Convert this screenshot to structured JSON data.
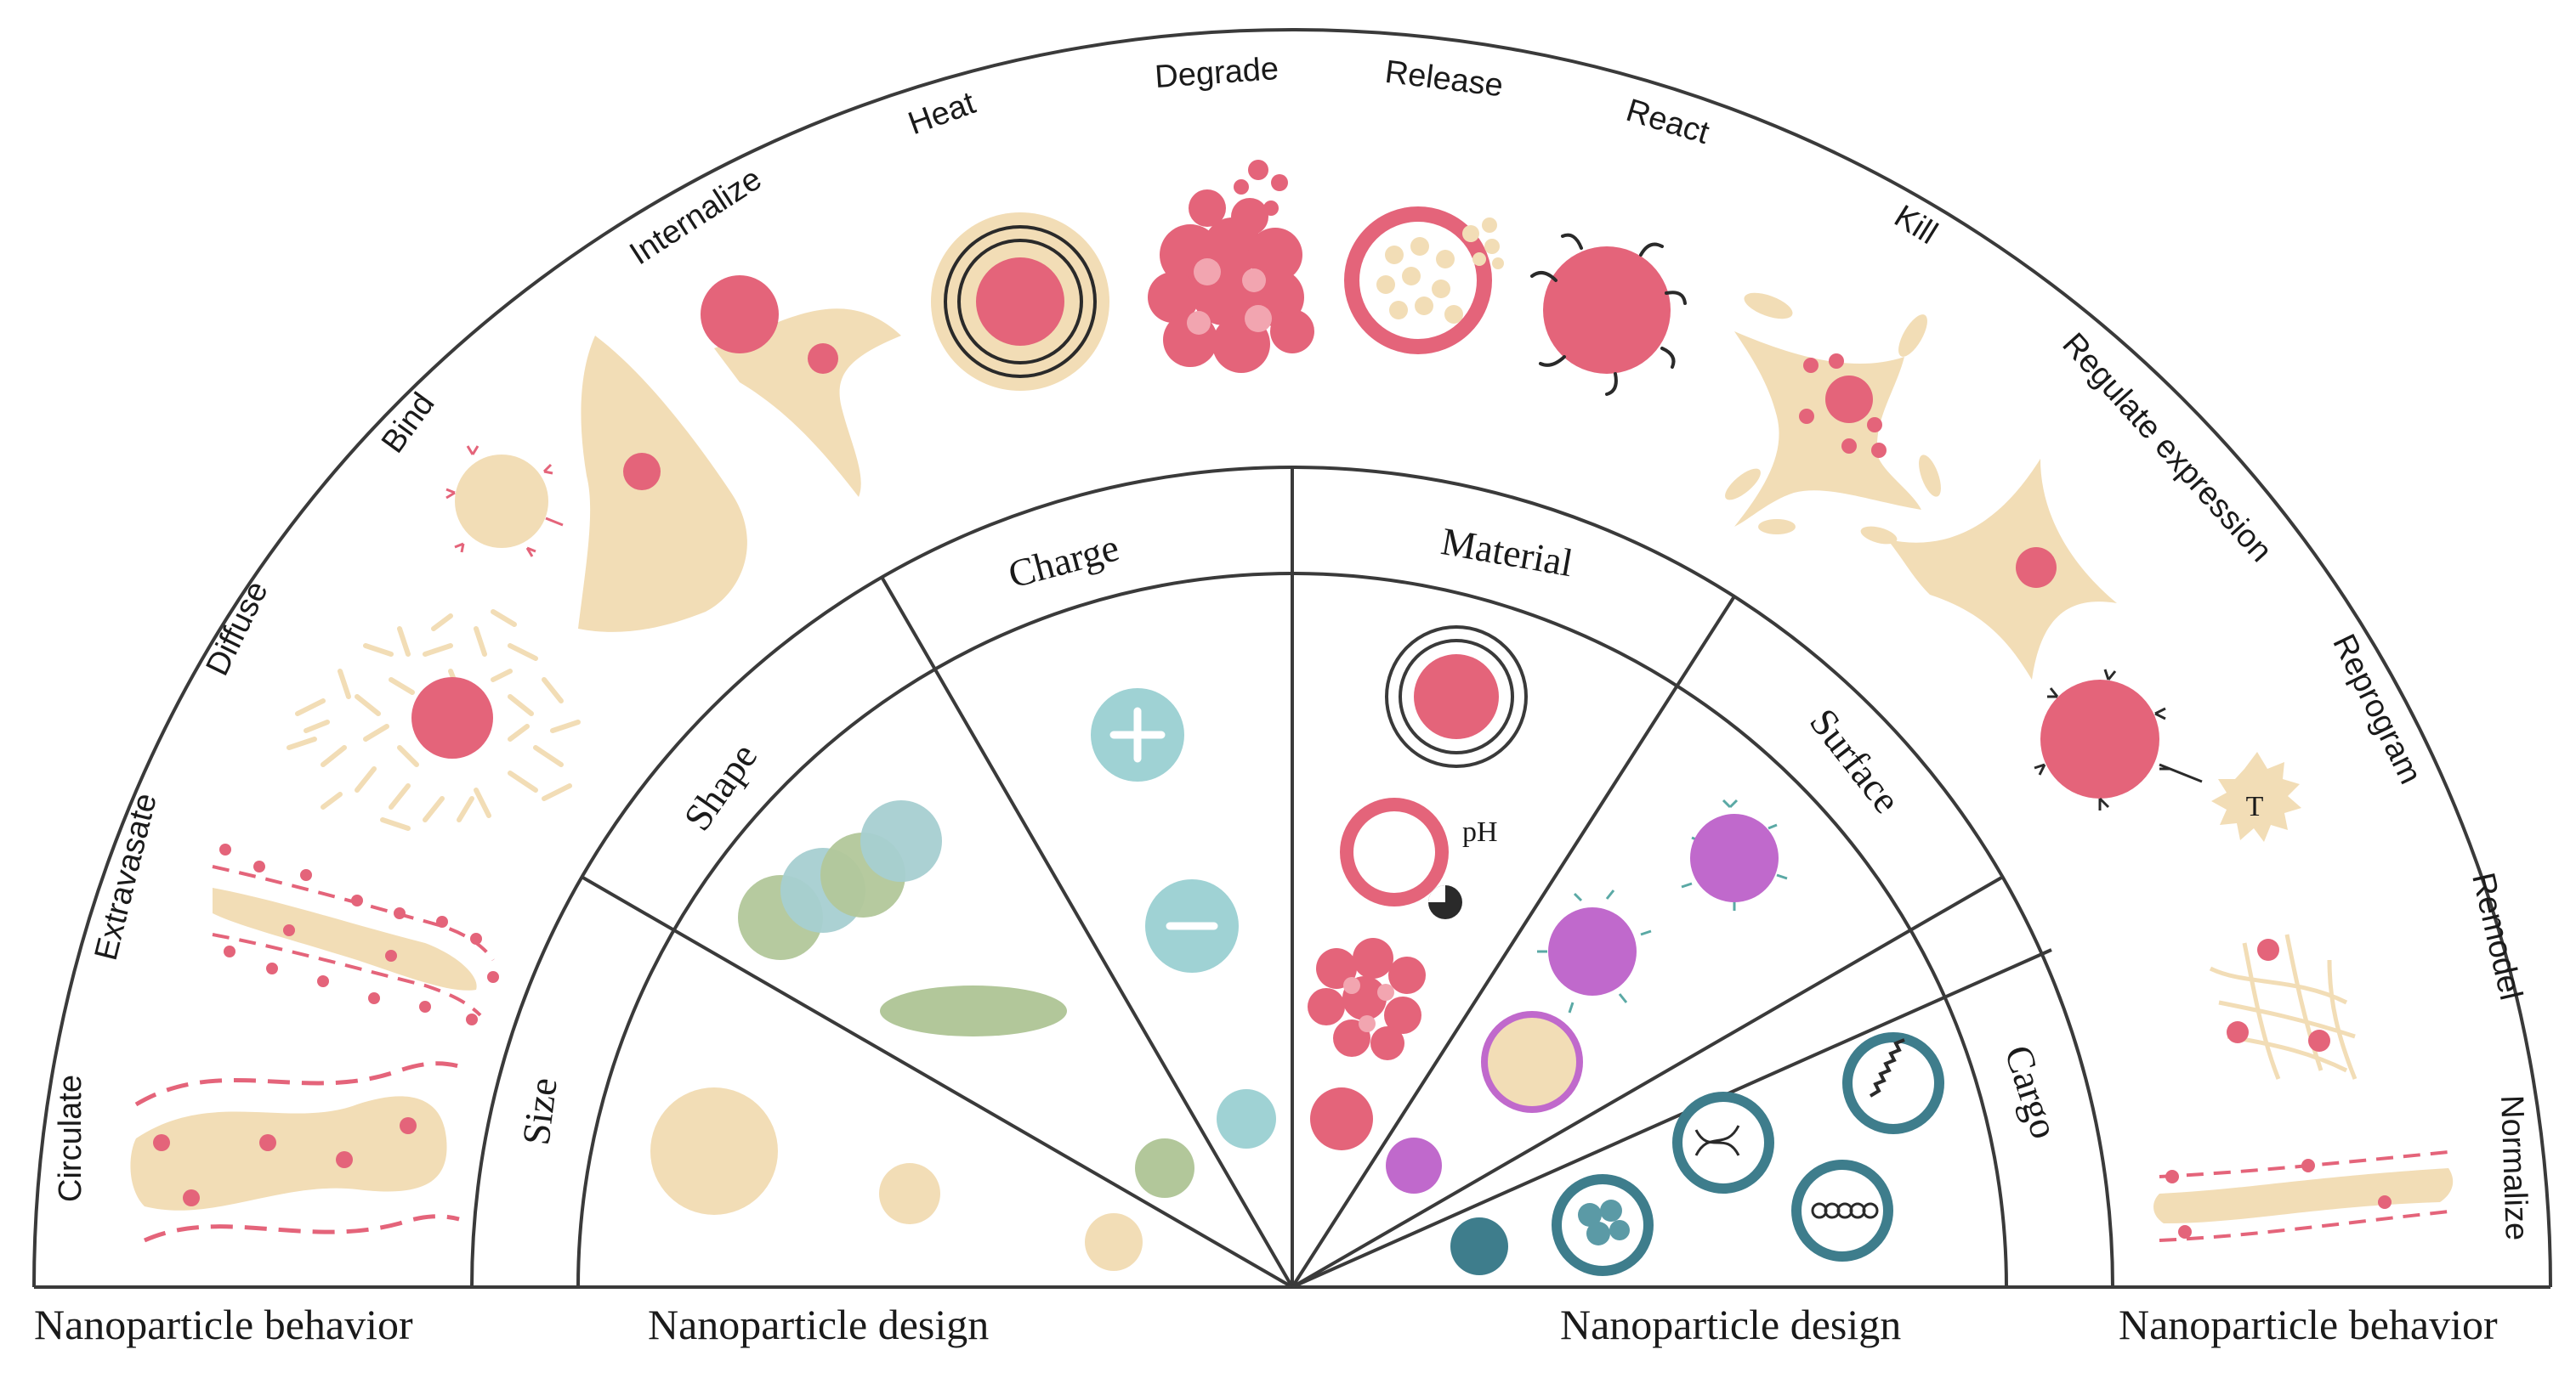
{
  "behaviors": [
    "Circulate",
    "Extravasate",
    "Diffuse",
    "Bind",
    "Internalize",
    "Heat",
    "Degrade",
    "Release",
    "React",
    "Kill",
    "Regulate expression",
    "Reprogram",
    "Remodel",
    "Normalize"
  ],
  "design_categories": [
    "Size",
    "Shape",
    "Charge",
    "Material",
    "Surface",
    "Cargo"
  ],
  "annotations": {
    "ph": "pH",
    "t_cell": "T"
  },
  "footer": {
    "left_behavior": "Nanoparticle behavior",
    "left_design": "Nanoparticle design",
    "right_design": "Nanoparticle design",
    "right_behavior": "Nanoparticle behavior"
  },
  "colors": {
    "particle_pink": "#e4647a",
    "cell_tan": "#f2ddb6",
    "ring_teal": "#3e7d8c",
    "charge_teal": "#9fd2d4",
    "shape_green": "#b2c79a",
    "surface_purple": "#c069cc",
    "line": "#3a3a3a"
  }
}
